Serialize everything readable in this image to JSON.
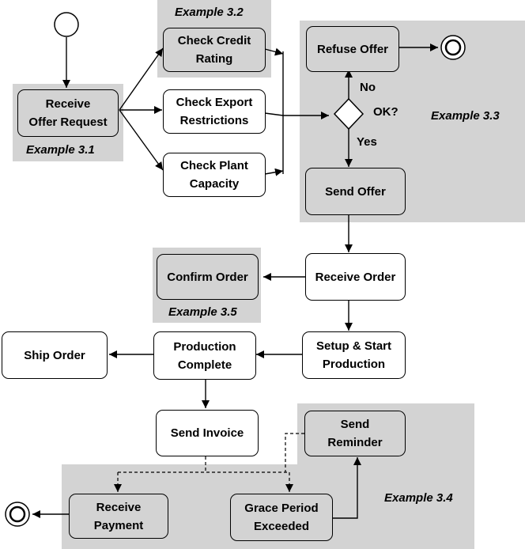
{
  "nodes": {
    "receive_offer_request": "Receive\nOffer Request",
    "check_credit_rating": "Check Credit\nRating",
    "check_export_restrictions": "Check Export\nRestrictions",
    "check_plant_capacity": "Check Plant\nCapacity",
    "refuse_offer": "Refuse Offer",
    "send_offer": "Send Offer",
    "receive_order": "Receive Order",
    "confirm_order": "Confirm Order",
    "setup_start_production": "Setup & Start\nProduction",
    "production_complete": "Production\nComplete",
    "ship_order": "Ship Order",
    "send_invoice": "Send Invoice",
    "send_reminder": "Send\nReminder",
    "receive_payment": "Receive\nPayment",
    "grace_period_exceeded": "Grace Period\nExceeded"
  },
  "decision": {
    "label": "OK?",
    "yes_label": "Yes",
    "no_label": "No"
  },
  "captions": {
    "example_3_1": "Example 3.1",
    "example_3_2": "Example 3.2",
    "example_3_3": "Example 3.3",
    "example_3_4": "Example 3.4",
    "example_3_5": "Example 3.5"
  }
}
